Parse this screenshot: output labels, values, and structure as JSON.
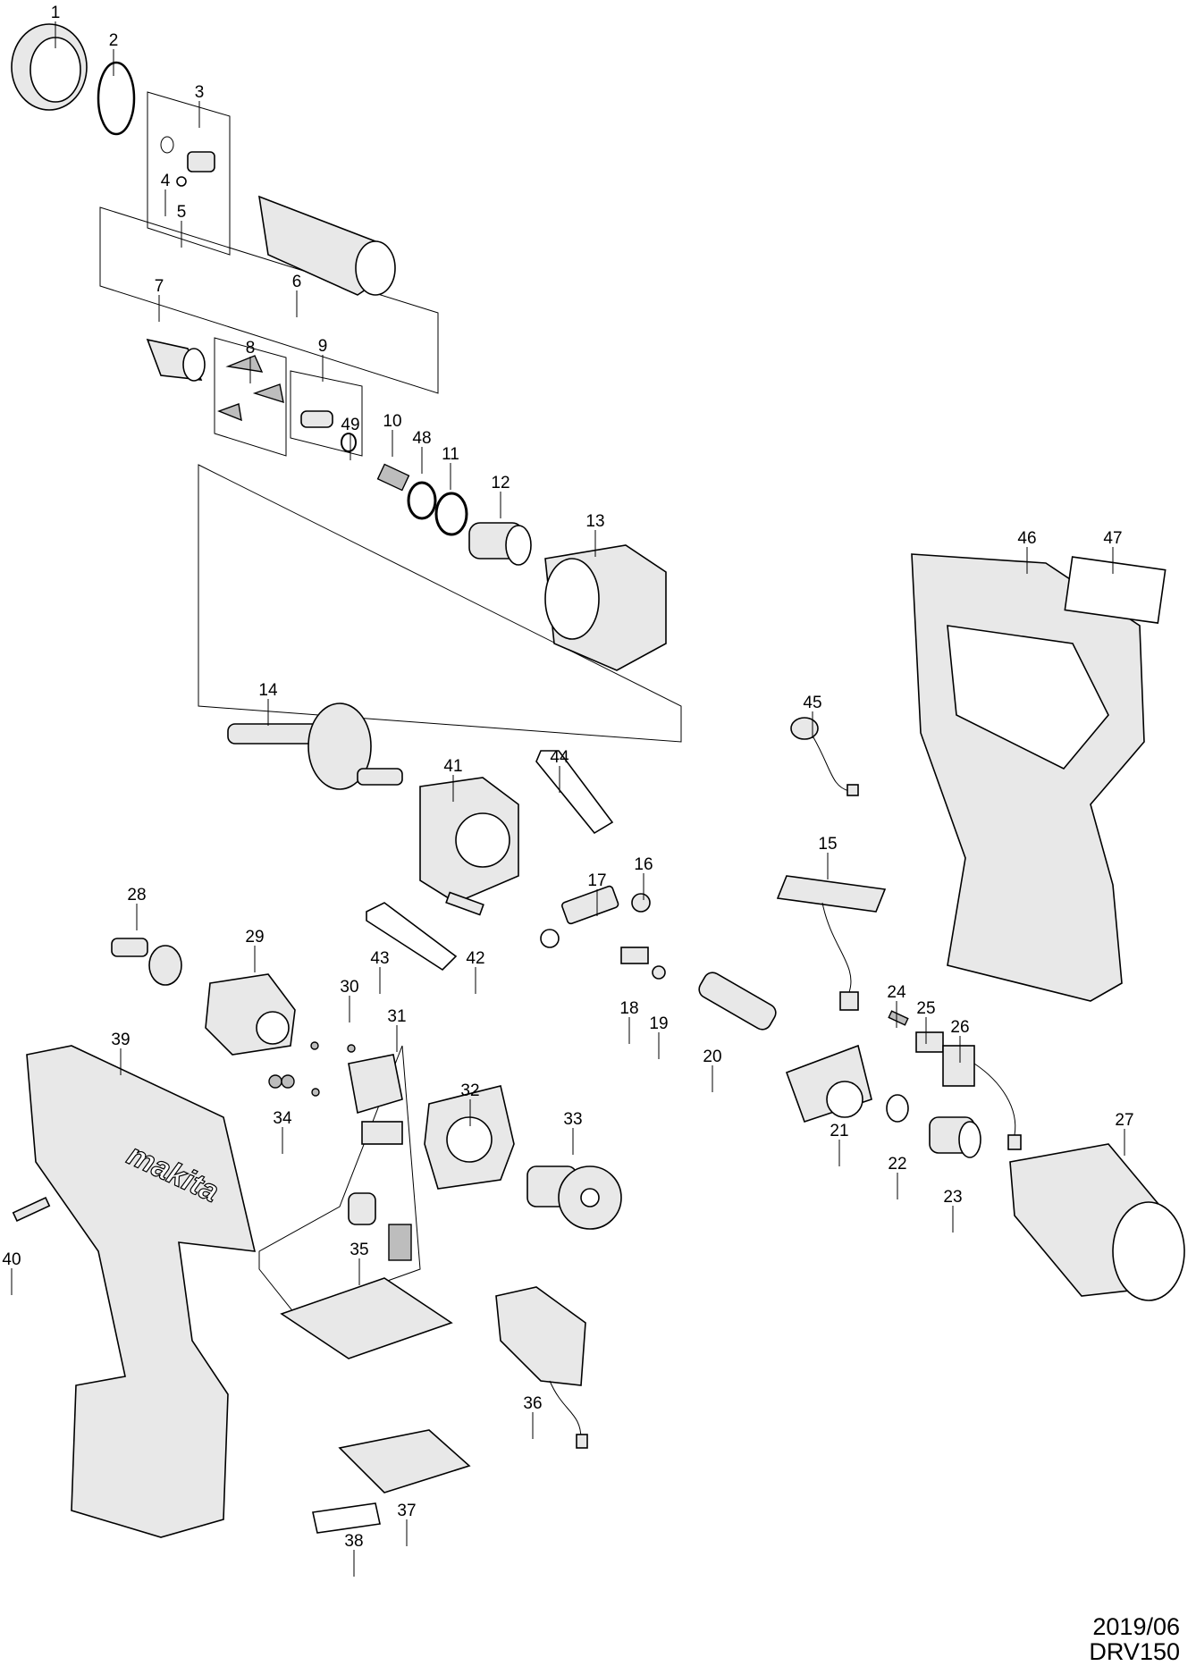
{
  "diagram": {
    "part_labels": [
      "1",
      "2",
      "3",
      "4",
      "5",
      "6",
      "7",
      "8",
      "9",
      "49",
      "10",
      "48",
      "11",
      "12",
      "13",
      "46",
      "47",
      "14",
      "45",
      "41",
      "44",
      "15",
      "16",
      "17",
      "28",
      "29",
      "43",
      "42",
      "18",
      "19",
      "30",
      "31",
      "24",
      "25",
      "26",
      "39",
      "20",
      "32",
      "34",
      "33",
      "21",
      "27",
      "22",
      "23",
      "40",
      "35",
      "36",
      "37",
      "38"
    ],
    "logo_text": "makita"
  },
  "footer": {
    "date": "2019/06",
    "model": "DRV150"
  }
}
